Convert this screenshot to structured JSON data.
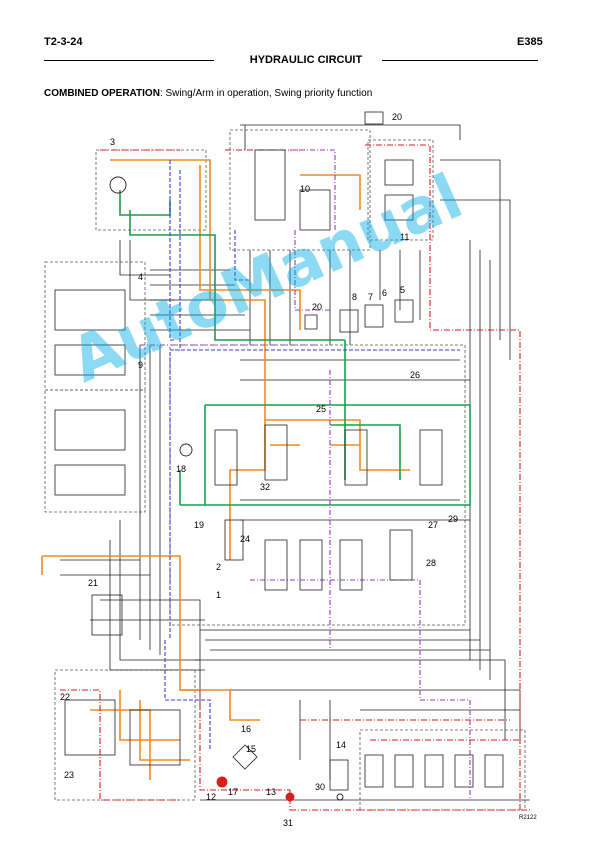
{
  "header": {
    "page_code": "T2-3-24",
    "model": "E385",
    "section_title": "HYDRAULIC CIRCUIT"
  },
  "subtitle": {
    "bold": "COMBINED OPERATION",
    "rest": ": Swing/Arm in operation, Swing priority function"
  },
  "figure_ref": "R2122",
  "watermark": "AutoManual",
  "colors": {
    "pressure": "#f08a24",
    "pilot": "#1a9e4a",
    "drain": "#3b3bd0",
    "return": "#d81e1e",
    "signal": "#9a3bb8",
    "line": "#222222"
  },
  "callouts": [
    {
      "id": "c3",
      "text": "3"
    },
    {
      "id": "c4",
      "text": "4"
    },
    {
      "id": "c9",
      "text": "9"
    },
    {
      "id": "c20a",
      "text": "20"
    },
    {
      "id": "c10",
      "text": "10"
    },
    {
      "id": "c11",
      "text": "11"
    },
    {
      "id": "c20b",
      "text": "20"
    },
    {
      "id": "c8",
      "text": "8"
    },
    {
      "id": "c7",
      "text": "7"
    },
    {
      "id": "c6",
      "text": "6"
    },
    {
      "id": "c5",
      "text": "5"
    },
    {
      "id": "c26",
      "text": "26"
    },
    {
      "id": "c25",
      "text": "25"
    },
    {
      "id": "c32",
      "text": "32"
    },
    {
      "id": "c18",
      "text": "18"
    },
    {
      "id": "c19",
      "text": "19"
    },
    {
      "id": "c24",
      "text": "24"
    },
    {
      "id": "c2",
      "text": "2"
    },
    {
      "id": "c1",
      "text": "1"
    },
    {
      "id": "c27",
      "text": "27"
    },
    {
      "id": "c29",
      "text": "29"
    },
    {
      "id": "c28",
      "text": "28"
    },
    {
      "id": "c21",
      "text": "21"
    },
    {
      "id": "c16",
      "text": "16"
    },
    {
      "id": "c15",
      "text": "15"
    },
    {
      "id": "c14",
      "text": "14"
    },
    {
      "id": "c30",
      "text": "30"
    },
    {
      "id": "c13",
      "text": "13"
    },
    {
      "id": "c17",
      "text": "17"
    },
    {
      "id": "c12",
      "text": "12"
    },
    {
      "id": "c22",
      "text": "22"
    },
    {
      "id": "c23",
      "text": "23"
    },
    {
      "id": "c31",
      "text": "31"
    }
  ]
}
